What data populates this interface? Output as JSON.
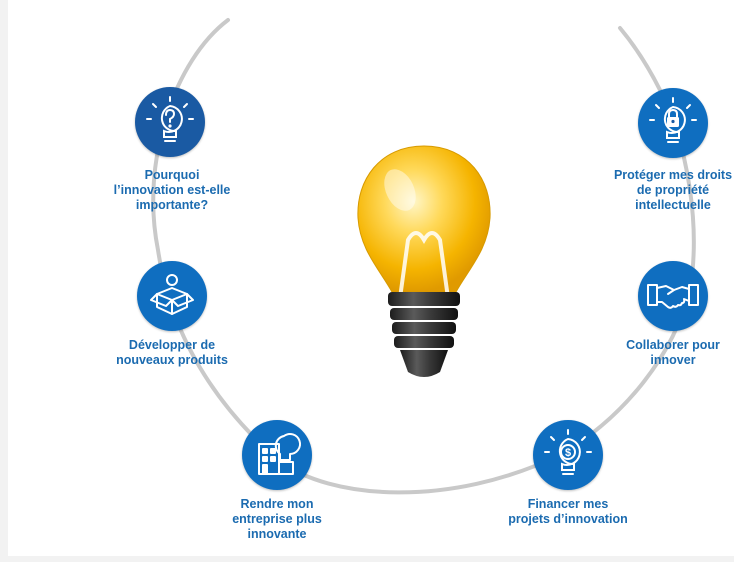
{
  "colors": {
    "accent": "#0f6ec0",
    "label": "#1b6bb0",
    "ring": "#c9c9c9",
    "bulb": "#f5b400"
  },
  "center": {
    "icon": "lightbulb-icon"
  },
  "nodes": [
    {
      "id": "pourquoi",
      "icon": "question-bulb-icon",
      "lines": [
        "Pourquoi",
        "l’innovation est-elle",
        "importante?"
      ]
    },
    {
      "id": "developper",
      "icon": "box-icon",
      "lines": [
        "Développer de",
        "nouveaux produits"
      ]
    },
    {
      "id": "rendre",
      "icon": "building-bulb-icon",
      "lines": [
        "Rendre mon",
        "entreprise plus",
        "innovante"
      ]
    },
    {
      "id": "financer",
      "icon": "dollar-bulb-icon",
      "lines": [
        "Financer mes",
        "projets d’innovation"
      ]
    },
    {
      "id": "collaborer",
      "icon": "handshake-icon",
      "lines": [
        "Collaborer pour",
        "innover"
      ]
    },
    {
      "id": "proteger",
      "icon": "lock-bulb-icon",
      "lines": [
        "Protéger mes droits",
        "de propriété",
        "intellectuelle"
      ]
    }
  ]
}
